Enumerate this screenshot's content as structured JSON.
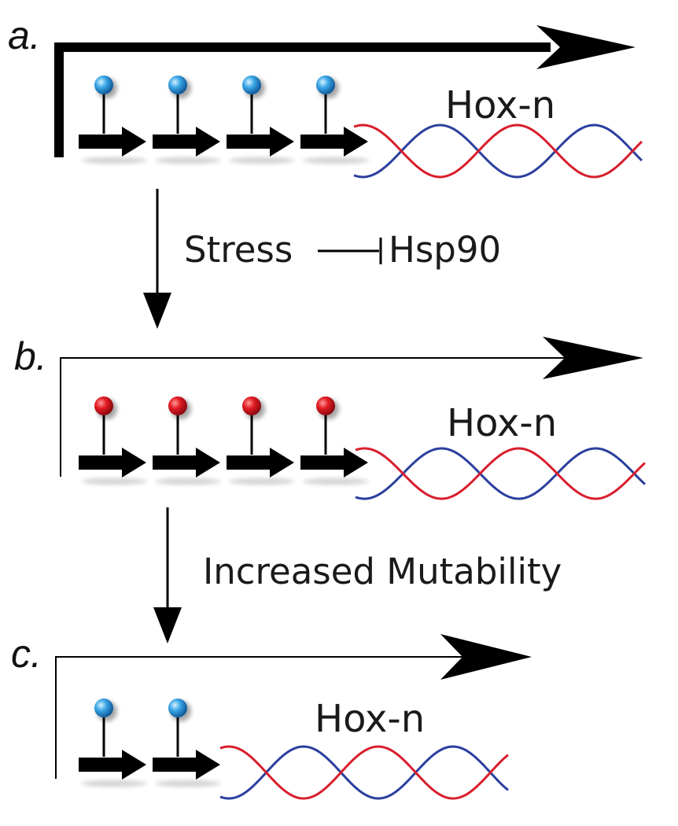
{
  "panels": [
    {
      "label": "a.",
      "gene": "Hox-n",
      "ball_color": "#2f9fe0",
      "marks": 4
    },
    {
      "label": "b.",
      "gene": "Hox-n",
      "ball_color": "#e31b23",
      "marks": 4
    },
    {
      "label": "c.",
      "gene": "Hox-n",
      "ball_color": "#2f9fe0",
      "marks": 2
    }
  ],
  "transitions": {
    "first": {
      "left": "Stress",
      "right": "Hsp90"
    },
    "second": {
      "text": "Increased Mutability"
    }
  },
  "colors": {
    "strand_red": "#d81e2c",
    "strand_blue": "#2b3f9e"
  }
}
